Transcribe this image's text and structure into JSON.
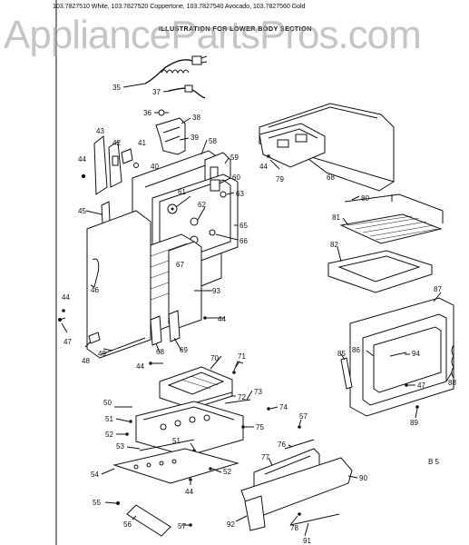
{
  "header": {
    "models": "103.7827510 White, 103.7827520 Coppertone, 103.7827540 Avocado, 103.7827560 Gold",
    "subtitle": "ILLUSTRATION FOR LOWER BODY SECTION"
  },
  "watermark": "AppliancePartsPros.com",
  "section_ref": "B 5",
  "parts": [
    {
      "id": "35",
      "label": "35"
    },
    {
      "id": "37",
      "label": "37"
    },
    {
      "id": "36",
      "label": "36"
    },
    {
      "id": "38",
      "label": "38"
    },
    {
      "id": "43",
      "label": "43"
    },
    {
      "id": "42",
      "label": "42"
    },
    {
      "id": "41",
      "label": "41"
    },
    {
      "id": "39",
      "label": "39"
    },
    {
      "id": "40",
      "label": "40"
    },
    {
      "id": "58",
      "label": "58"
    },
    {
      "id": "59",
      "label": "59"
    },
    {
      "id": "44-a",
      "label": "44"
    },
    {
      "id": "61",
      "label": "61"
    },
    {
      "id": "60",
      "label": "60"
    },
    {
      "id": "63",
      "label": "63"
    },
    {
      "id": "62",
      "label": "62"
    },
    {
      "id": "65",
      "label": "65"
    },
    {
      "id": "66",
      "label": "66"
    },
    {
      "id": "45",
      "label": "45"
    },
    {
      "id": "67",
      "label": "67"
    },
    {
      "id": "46",
      "label": "46"
    },
    {
      "id": "93",
      "label": "93"
    },
    {
      "id": "44-b",
      "label": "44"
    },
    {
      "id": "47",
      "label": "47"
    },
    {
      "id": "44-c",
      "label": "44"
    },
    {
      "id": "48",
      "label": "48"
    },
    {
      "id": "49",
      "label": "49"
    },
    {
      "id": "68-a",
      "label": "68"
    },
    {
      "id": "69",
      "label": "69"
    },
    {
      "id": "44-d",
      "label": "44"
    },
    {
      "id": "44-e",
      "label": "44"
    },
    {
      "id": "79",
      "label": "79"
    },
    {
      "id": "68-b",
      "label": "68"
    },
    {
      "id": "80",
      "label": "80"
    },
    {
      "id": "81",
      "label": "81"
    },
    {
      "id": "82",
      "label": "82"
    },
    {
      "id": "87",
      "label": "87"
    },
    {
      "id": "85",
      "label": "85"
    },
    {
      "id": "86",
      "label": "86"
    },
    {
      "id": "94",
      "label": "94"
    },
    {
      "id": "88",
      "label": "88"
    },
    {
      "id": "47-b",
      "label": "47"
    },
    {
      "id": "89",
      "label": "89"
    },
    {
      "id": "70",
      "label": "70"
    },
    {
      "id": "71",
      "label": "71"
    },
    {
      "id": "72",
      "label": "72"
    },
    {
      "id": "73",
      "label": "73"
    },
    {
      "id": "50",
      "label": "50"
    },
    {
      "id": "74",
      "label": "74"
    },
    {
      "id": "51-a",
      "label": "51"
    },
    {
      "id": "75",
      "label": "75"
    },
    {
      "id": "52-a",
      "label": "52"
    },
    {
      "id": "53",
      "label": "53"
    },
    {
      "id": "51-b",
      "label": "51"
    },
    {
      "id": "57-a",
      "label": "57"
    },
    {
      "id": "76",
      "label": "76"
    },
    {
      "id": "77",
      "label": "77"
    },
    {
      "id": "54",
      "label": "54"
    },
    {
      "id": "52-b",
      "label": "52"
    },
    {
      "id": "44-f",
      "label": "44"
    },
    {
      "id": "90",
      "label": "90"
    },
    {
      "id": "55",
      "label": "55"
    },
    {
      "id": "56",
      "label": "56"
    },
    {
      "id": "57-b",
      "label": "57"
    },
    {
      "id": "92",
      "label": "92"
    },
    {
      "id": "78",
      "label": "78"
    },
    {
      "id": "91",
      "label": "91"
    }
  ]
}
